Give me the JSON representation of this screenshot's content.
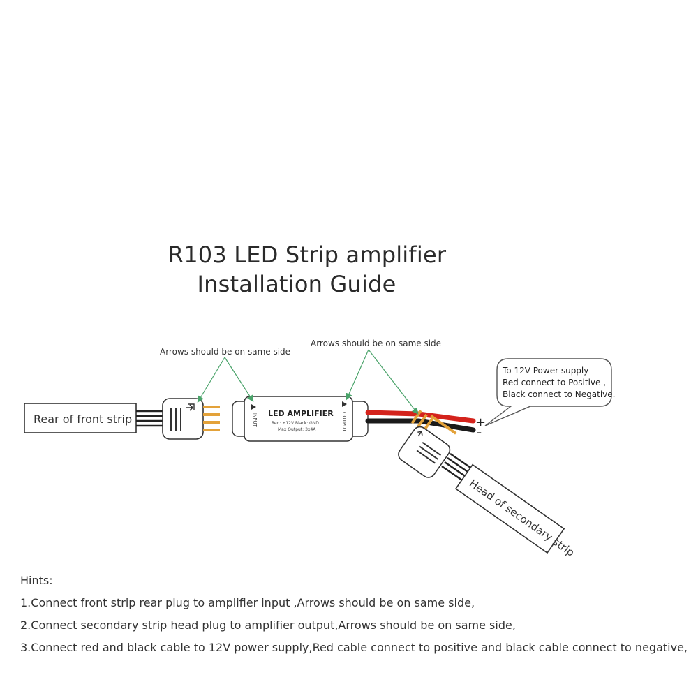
{
  "title": {
    "line1": "R103 LED Strip amplifier",
    "line2": "Installation Guide"
  },
  "diagram": {
    "arrows_note_left": "Arrows should be on same side",
    "arrows_note_right": "Arrows should be on same side",
    "rear_strip_label": "Rear of front strip",
    "head_strip_label": "Head of secondary strip",
    "amplifier": {
      "name": "LED AMPLIFIER",
      "spec_line": "Red: +12V   Black: GND",
      "max_output": "Max Output: 3x4A",
      "input_label": "INPUT",
      "output_label": "OUTPUT"
    },
    "power_callout": {
      "line1": "To 12V Power supply",
      "line2": "Red connect to Positive ,",
      "line3": "Black connect to Negative."
    },
    "plus_sign": "+",
    "minus_sign": "-",
    "colors": {
      "red_wire": "#d4231c",
      "black_wire": "#1a1a1a",
      "pointer": "#4aa36a",
      "gold_pin": "#e3a23a"
    }
  },
  "hints": {
    "heading": "Hints:",
    "items": [
      "1.Connect front strip rear plug to amplifier input ,Arrows should be on same side,",
      "2.Connect secondary strip head plug to amplifier output,Arrows should be on same side,",
      "3.Connect red and black cable to 12V power supply,Red cable connect to positive and black cable connect to negative,"
    ]
  }
}
